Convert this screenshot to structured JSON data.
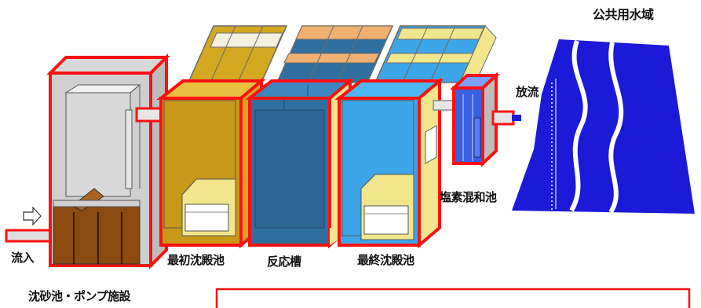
{
  "labels": {
    "inflow": "流入",
    "grit_pump": "沈砂池・ポンプ施設",
    "primary": "最初沈殿池",
    "reactor": "反応槽",
    "final": "最終沈殿池",
    "chlorine": "塩素混和池",
    "discharge": "放流",
    "public_water": "公共用水域"
  },
  "icons": {
    "inflow_arrow": "outline-right-arrow-icon"
  },
  "colors": {
    "outline_red": "#ff1010",
    "grit_gray": "#c8c8c8",
    "sediment_brown": "#8a4a10",
    "primary_ochre": "#c89818",
    "reactor_teal": "#2f6fa0",
    "final_blue": "#3ca6e8",
    "chlorine_blue": "#3a5fe0",
    "water_blue": "#1a1ad8",
    "sand_yellow": "#f2e68c"
  }
}
